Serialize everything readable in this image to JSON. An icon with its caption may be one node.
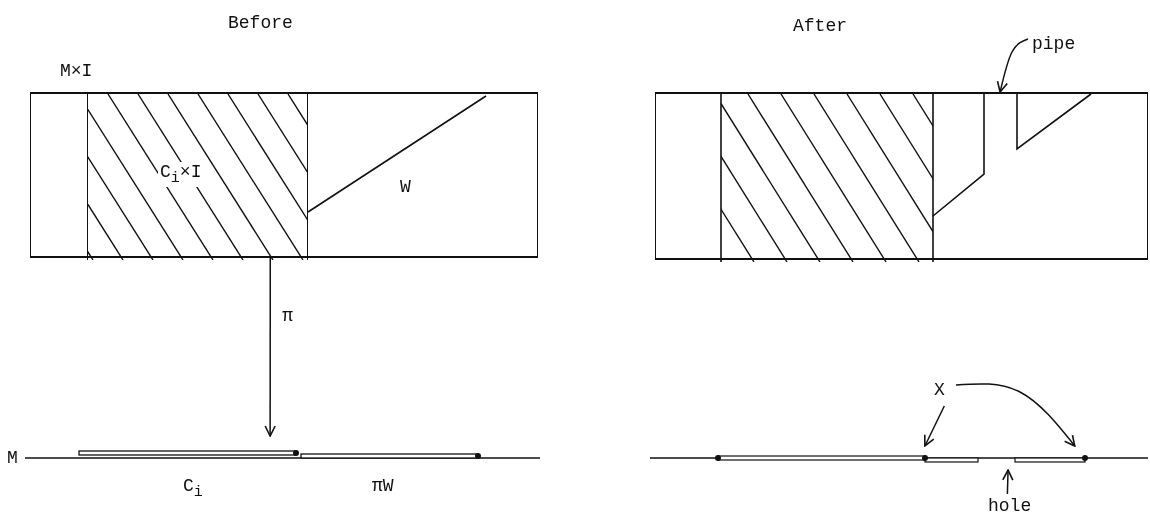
{
  "diagram": {
    "nodes": [
      {
        "text": [],
        "shape": "box"
      },
      {
        "text": [
          "C$_{i}$×I"
        ],
        "in": 0
      },
      {
        "text": [
          "W"
        ],
        "in": 0
      },
      {
        "text": [
          "M"
        ]
      },
      {
        "text": [
          "C$_{i}$"
        ]
      },
      {
        "text": [
          "πW"
        ]
      },
      {
        "text": [
          "pipe"
        ]
      },
      {
        "text": [],
        "shape": "box"
      },
      {
        "text": [
          "X"
        ]
      },
      {
        "text": [],
        "shape": "bar"
      },
      {
        "text": [
          "hole"
        ]
      }
    ],
    "edges": [
      {
        "from": 0,
        "to": 3,
        "arrow": "to",
        "label": "π"
      },
      {
        "from": 6,
        "to": 7,
        "arrow": "to"
      },
      {
        "from": 8,
        "to": 9,
        "arrow": "to"
      },
      {
        "from": 8,
        "to": 9,
        "arrow": "to"
      },
      {
        "from": 10,
        "to": 9,
        "arrow": "to"
      }
    ],
    "labels": [
      "Before",
      "After",
      "M×I"
    ]
  }
}
